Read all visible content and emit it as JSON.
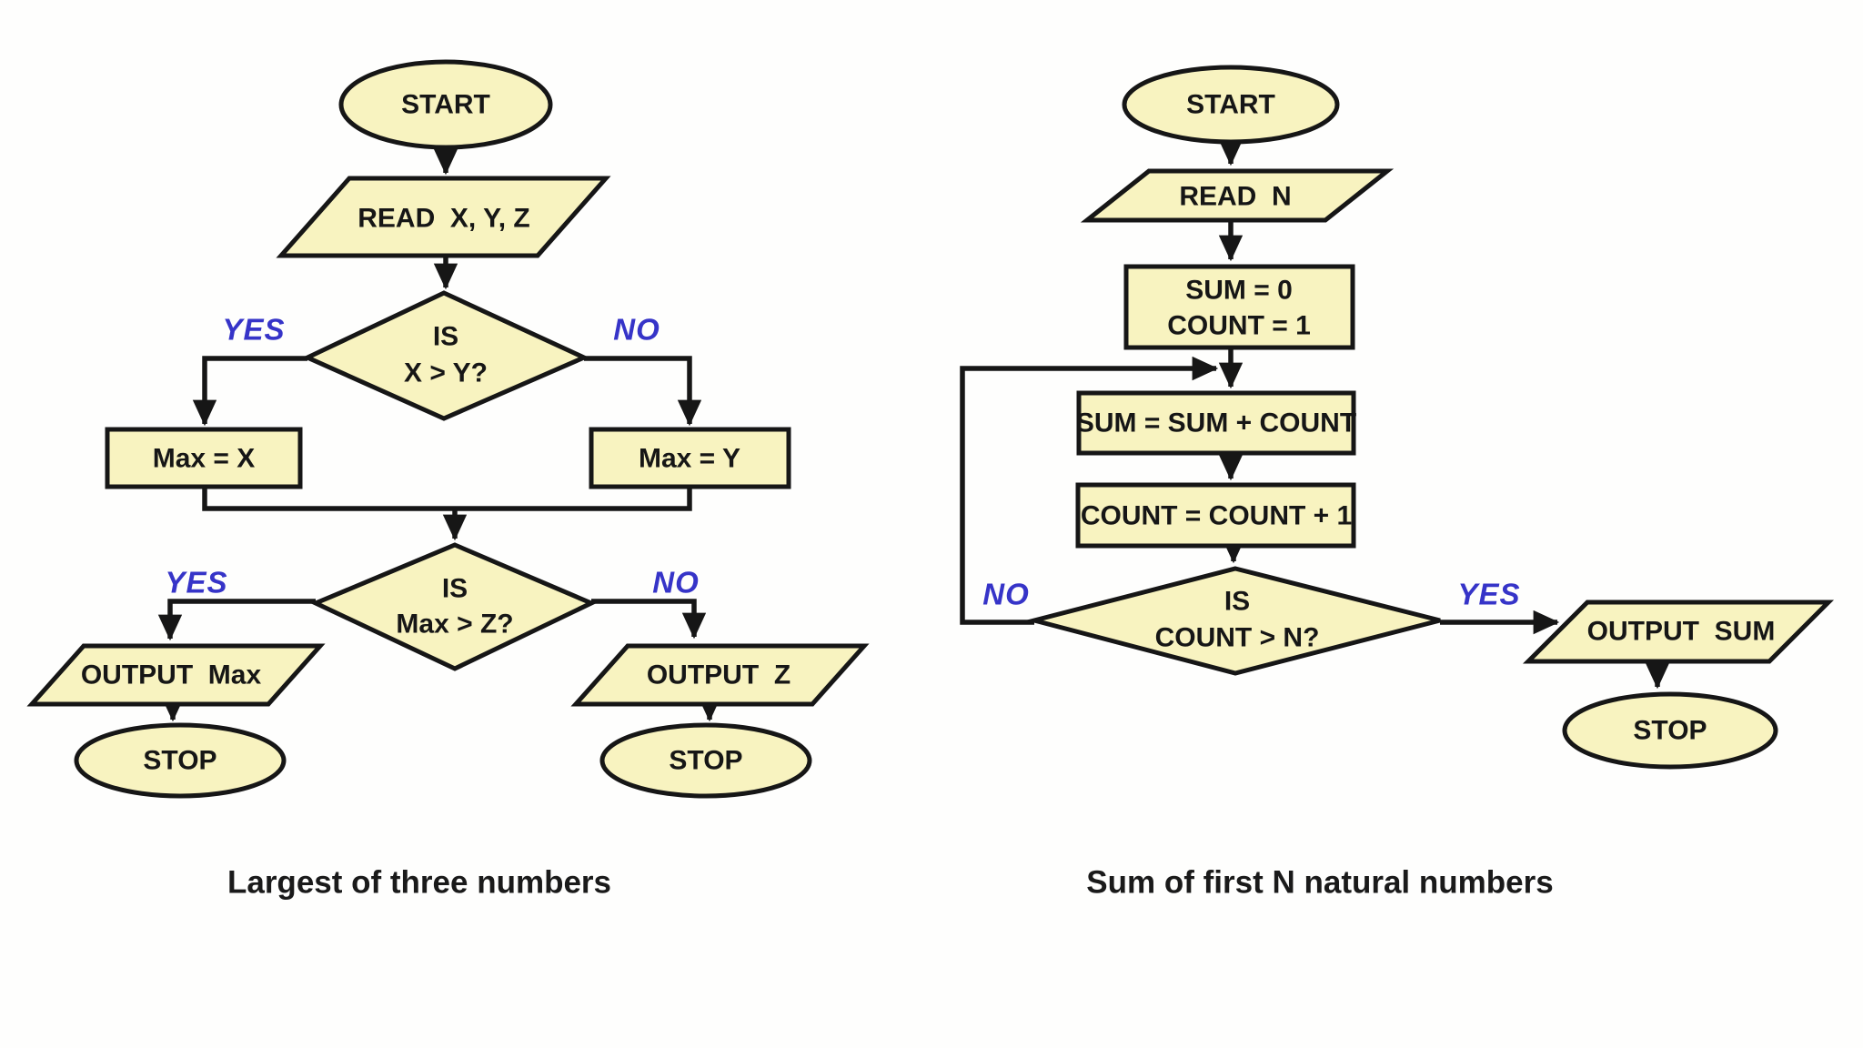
{
  "left": {
    "caption": "Largest of three numbers",
    "start": "START",
    "read": "READ  X, Y, Z",
    "decision1": {
      "line1": "IS",
      "line2": "X > Y?"
    },
    "branch1_yes": "YES",
    "branch1_no": "NO",
    "assign_x": "Max = X",
    "assign_y": "Max = Y",
    "decision2": {
      "line1": "IS",
      "line2": "Max > Z?"
    },
    "branch2_yes": "YES",
    "branch2_no": "NO",
    "output_max": "OUTPUT  Max",
    "output_z": "OUTPUT  Z",
    "stop_yes": "STOP",
    "stop_no": "STOP"
  },
  "right": {
    "caption": "Sum of first N natural numbers",
    "start": "START",
    "read": "READ  N",
    "init": {
      "line1": "SUM = 0",
      "line2": "COUNT = 1"
    },
    "add": "SUM = SUM + COUNT",
    "increment": "COUNT = COUNT + 1",
    "decision": {
      "line1": "IS",
      "line2": "COUNT > N?"
    },
    "branch_no": "NO",
    "branch_yes": "YES",
    "output_sum": "OUTPUT  SUM",
    "stop": "STOP"
  },
  "colors": {
    "shape_fill": "#f8f3c0",
    "shape_stroke": "#161616",
    "branch_label_blue": "#3634c8",
    "text": "#161616",
    "background": "#fefefd"
  }
}
